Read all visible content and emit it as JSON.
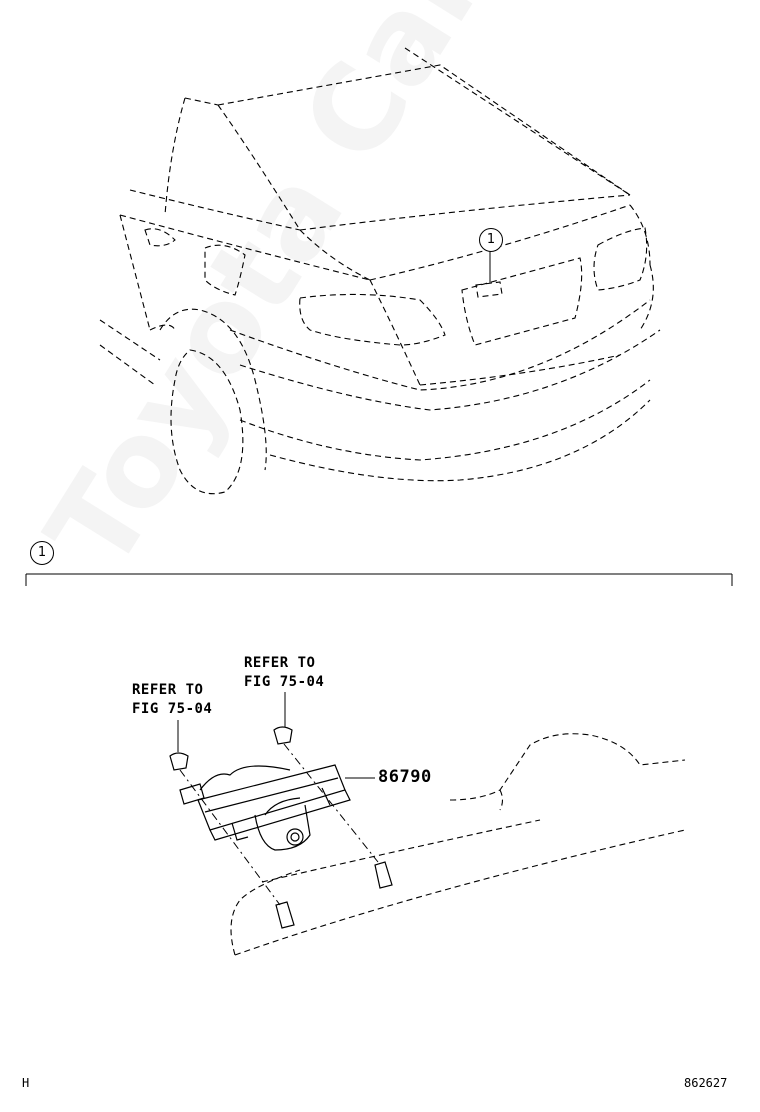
{
  "watermark": "Toyota CarMine.ru",
  "callouts": {
    "car_ref": "1",
    "section_ref": "1"
  },
  "labels": {
    "refer_left_line1": "REFER TO",
    "refer_left_line2": "FIG 75-04",
    "refer_right_line1": "REFER TO",
    "refer_right_line2": "FIG 75-04",
    "part_number": "86790"
  },
  "footer": {
    "left_code": "H",
    "figure_id": "862627"
  },
  "colors": {
    "line": "#000000",
    "watermark": "#969696"
  }
}
